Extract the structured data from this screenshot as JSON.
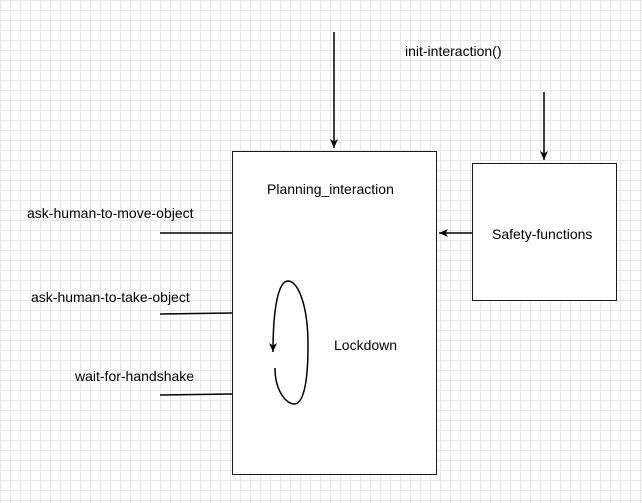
{
  "diagram": {
    "top_input_label": "init-interaction()",
    "main_block": {
      "title": "Planning_interaction",
      "state_label": "Lockdown"
    },
    "safety_block": {
      "label": "Safety-functions"
    },
    "left_inputs": [
      "ask-human-to-move-object",
      "ask-human-to-take-object",
      "wait-for-handshake"
    ]
  }
}
